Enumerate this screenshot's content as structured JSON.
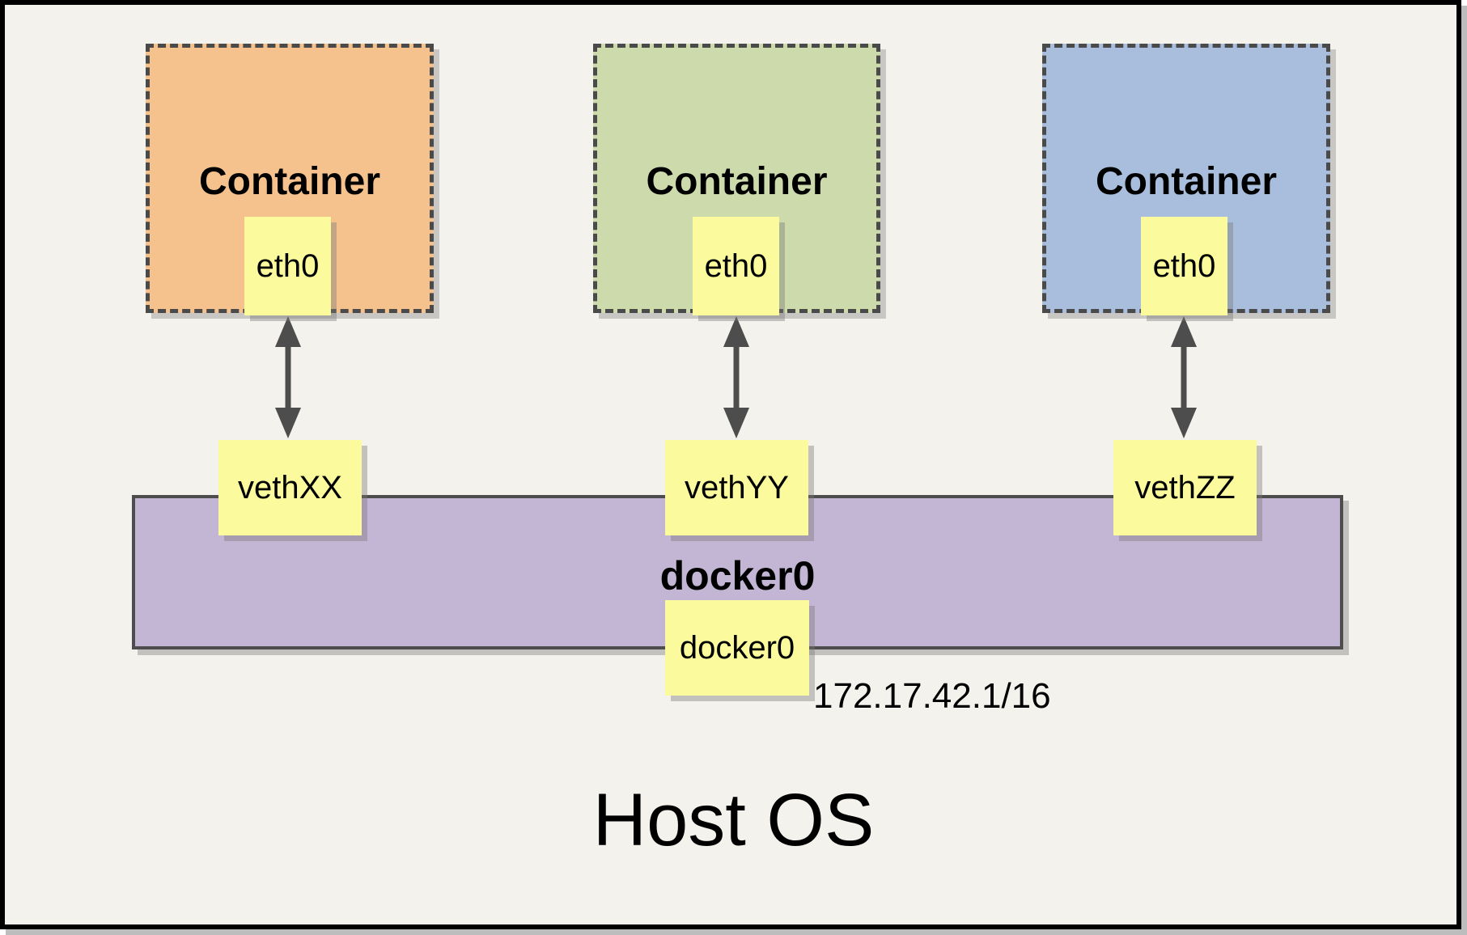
{
  "host": {
    "label": "Host OS",
    "bridge_ip": "172.17.42.1/16"
  },
  "bridge": {
    "label": "docker0",
    "interface": "docker0"
  },
  "containers": [
    {
      "label": "Container",
      "interface": "eth0",
      "veth": "vethXX"
    },
    {
      "label": "Container",
      "interface": "eth0",
      "veth": "vethYY"
    },
    {
      "label": "Container",
      "interface": "eth0",
      "veth": "vethZZ"
    }
  ],
  "colors": {
    "background": "#F4F2EC",
    "frame_border": "#000000",
    "frame_shadow": "#BDBDBD",
    "container_orange": "#F5C28D",
    "container_green": "#CDDAAC",
    "container_blue": "#A9BEDC",
    "interface_yellow": "#FBFA9C",
    "bridge_purple": "#C3B6D4",
    "line_gray": "#4D4D4D"
  }
}
